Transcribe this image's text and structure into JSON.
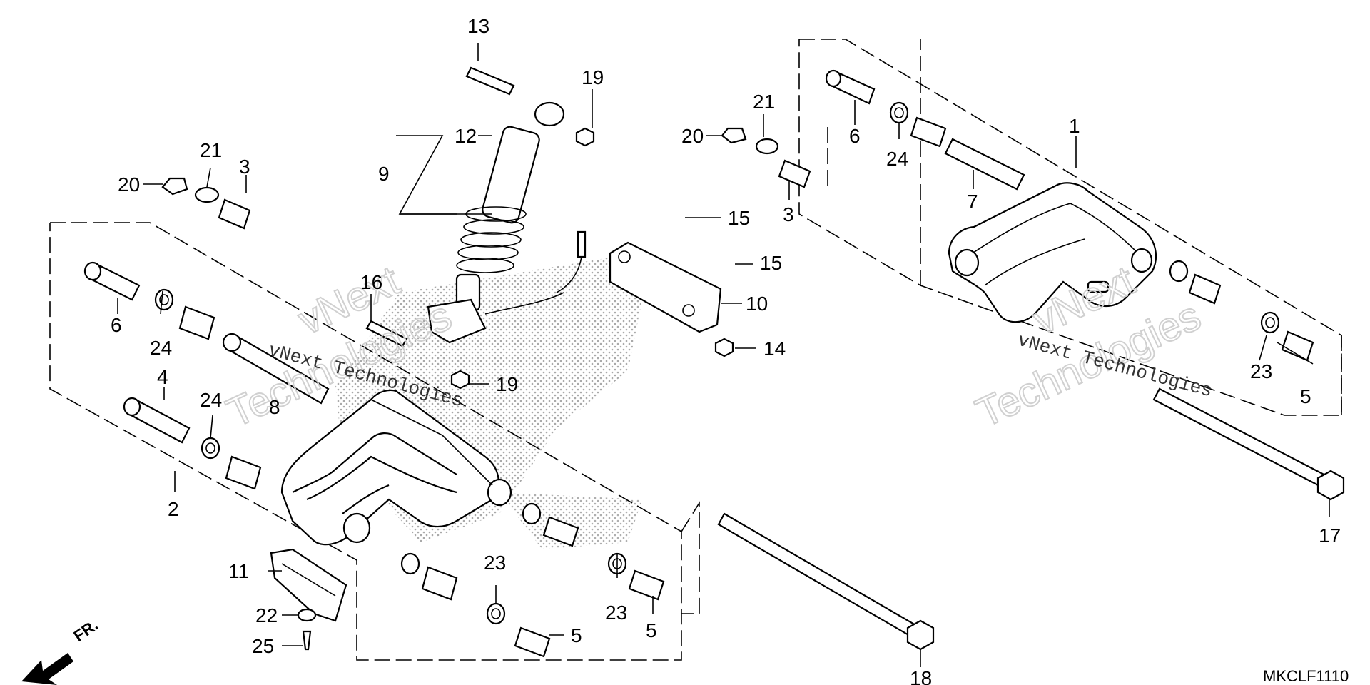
{
  "diagram_code": "MKCLF1110",
  "direction_marker": "FR.",
  "watermark": {
    "line1": "vNext",
    "line2": "Technologies",
    "caption": "vNext Technologies"
  },
  "callouts": {
    "n1": "1",
    "n2": "2",
    "n3a": "3",
    "n3b": "3",
    "n4": "4",
    "n5a": "5",
    "n5b": "5",
    "n5c": "5",
    "n6a": "6",
    "n6b": "6",
    "n7": "7",
    "n8": "8",
    "n9": "9",
    "n10": "10",
    "n11": "11",
    "n12": "12",
    "n13": "13",
    "n14": "14",
    "n15a": "15",
    "n15b": "15",
    "n16": "16",
    "n17": "17",
    "n18": "18",
    "n19a": "19",
    "n19b": "19",
    "n20a": "20",
    "n20b": "20",
    "n21a": "21",
    "n21b": "21",
    "n22": "22",
    "n23a": "23",
    "n23b": "23",
    "n23c": "23",
    "n24a": "24",
    "n24b": "24",
    "n24c": "24",
    "n25": "25"
  }
}
